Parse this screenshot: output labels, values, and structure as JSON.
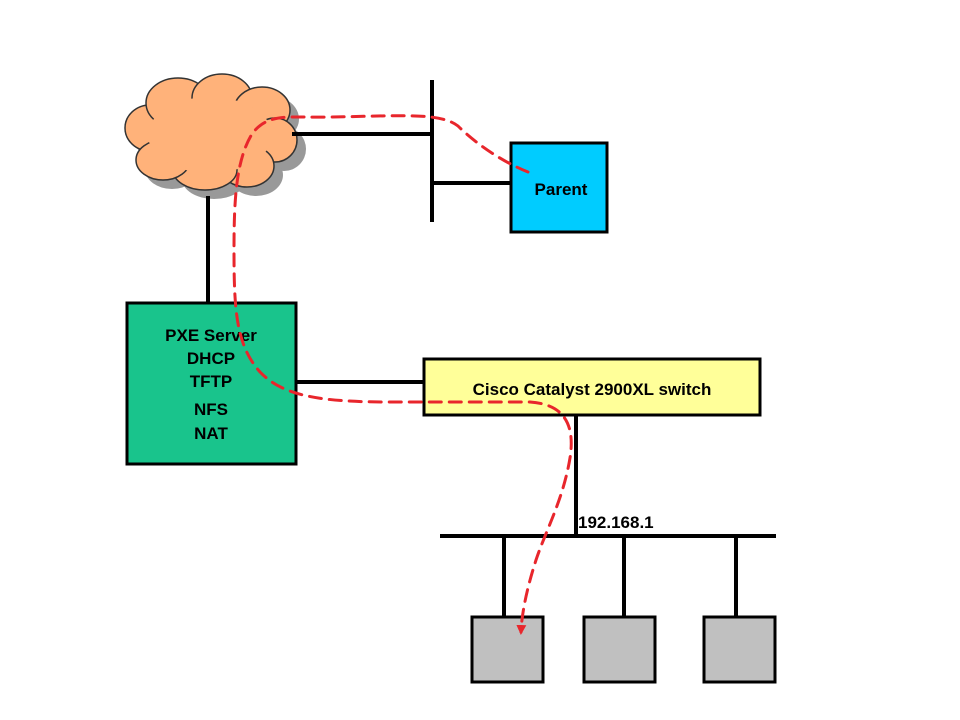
{
  "nodes": {
    "parent": {
      "label": "Parent",
      "color": "#00ccff"
    },
    "pxe_server": {
      "lines": [
        "PXE Server",
        "DHCP",
        "TFTP",
        "NFS",
        "NAT"
      ],
      "color": "#19c48c"
    },
    "switch": {
      "label": "Cisco Catalyst 2900XL switch",
      "color": "#ffff99"
    },
    "subnet": {
      "label": "192.168.1"
    },
    "clients": [
      {
        "color": "#c0c0c0"
      },
      {
        "color": "#c0c0c0"
      },
      {
        "color": "#c0c0c0"
      }
    ],
    "cloud": {
      "color": "#ffb27a"
    }
  },
  "flow": {
    "color": "#e8262c"
  }
}
